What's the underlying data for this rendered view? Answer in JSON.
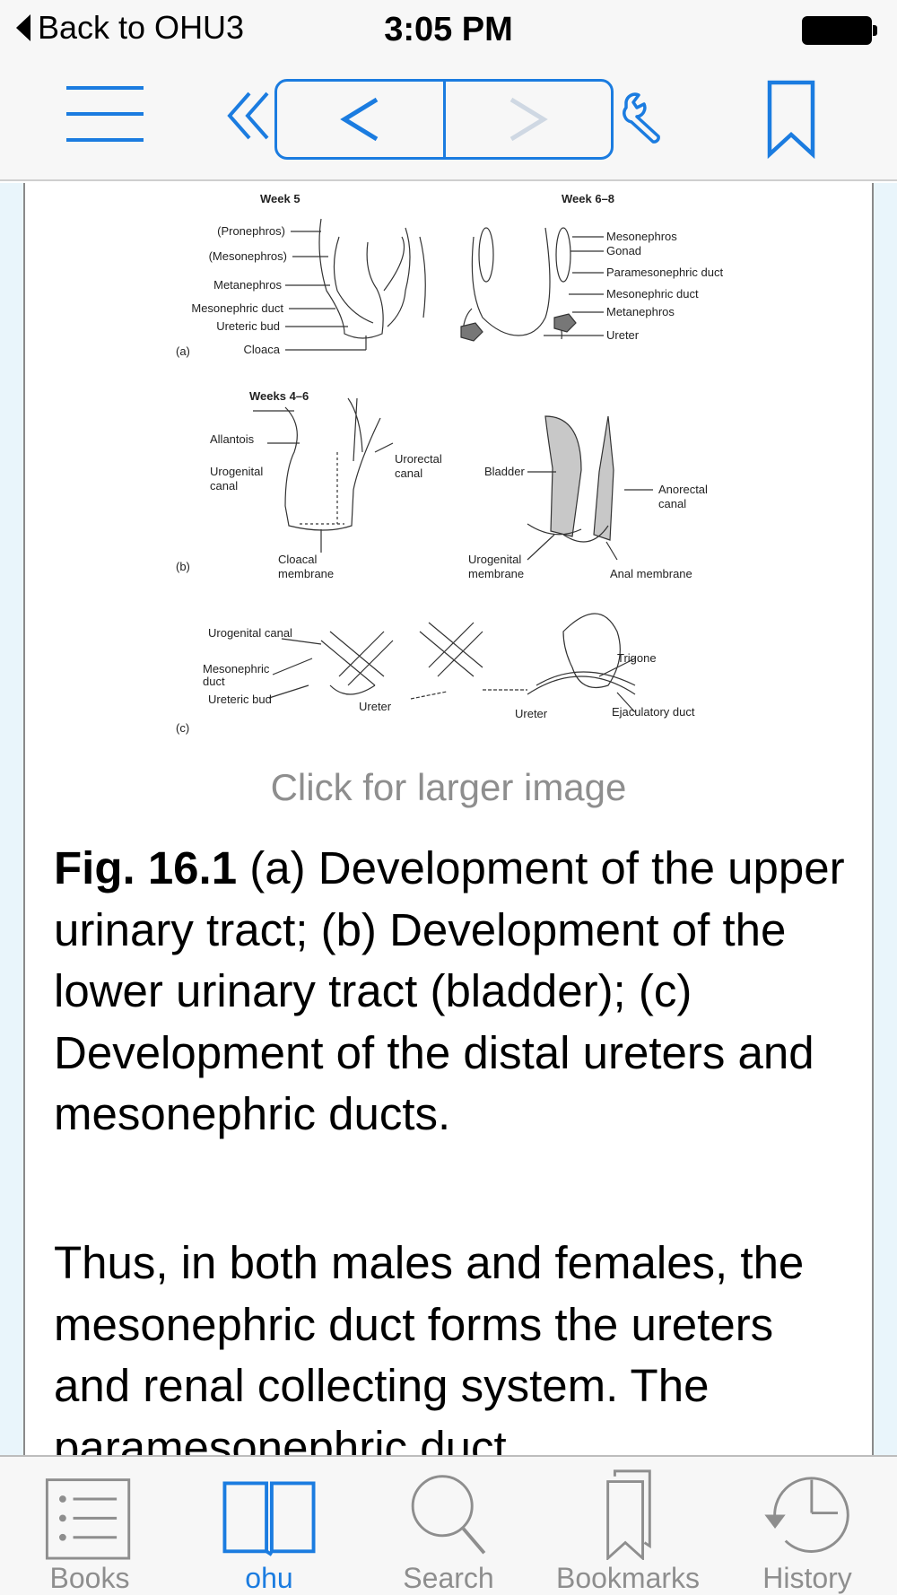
{
  "status_bar": {
    "back_label": "Back to OHU3",
    "time": "3:05 PM"
  },
  "toolbar": {
    "icons": [
      "menu-icon",
      "rewind-icon",
      "prev-arrow-icon",
      "next-arrow-icon",
      "wrench-icon",
      "bookmark-icon"
    ],
    "accent_color": "#1b7ce0",
    "disabled_color": "#cfd8e3"
  },
  "figure": {
    "panel_a": {
      "label": "(a)",
      "left_heading": "Week 5",
      "right_heading": "Week 6–8",
      "left_labels": [
        "(Pronephros)",
        "(Mesonephros)",
        "Metanephros",
        "Mesonephric duct",
        "Ureteric bud",
        "Cloaca"
      ],
      "right_labels": [
        "Mesonephros",
        "Gonad",
        "Paramesonephric duct",
        "Mesonephric duct",
        "Metanephros",
        "Ureter"
      ]
    },
    "panel_b": {
      "label": "(b)",
      "heading": "Weeks 4–6",
      "allantois": "Allantois",
      "urogenital_canal_1": "Urogenital",
      "urogenital_canal_2": "canal",
      "urorectal_1": "Urorectal",
      "urorectal_2": "canal",
      "cloacal_1": "Cloacal",
      "cloacal_2": "membrane",
      "bladder": "Bladder",
      "anorectal_1": "Anorectal",
      "anorectal_2": "canal",
      "urogenital_membrane_1": "Urogenital",
      "urogenital_membrane_2": "membrane",
      "anal_membrane": "Anal membrane"
    },
    "panel_c": {
      "label": "(c)",
      "urogenital_canal": "Urogenital canal",
      "mesonephric_1": "Mesonephric",
      "mesonephric_2": "duct",
      "ureteric_bud": "Ureteric bud",
      "ureter_1": "Ureter",
      "ureter_2": "Ureter",
      "trigone": "Trigone",
      "ejaculatory_duct": "Ejaculatory duct"
    }
  },
  "larger_image_link": "Click for larger image",
  "caption": {
    "fig_label": "Fig. 16.1",
    "text": " (a) Development of the upper urinary tract; (b) Development of the lower urinary tract (bladder); (c) Development of the distal ureters and mesonephric ducts."
  },
  "body_paragraph": "Thus, in both males and females, the mesonephric duct forms the ureters and renal collecting system. The paramesonephric duct",
  "tabs": [
    {
      "label": "Books",
      "icon": "books-list-icon",
      "active": false
    },
    {
      "label": "ohu",
      "icon": "open-book-icon",
      "active": true
    },
    {
      "label": "Search",
      "icon": "search-icon",
      "active": false
    },
    {
      "label": "Bookmarks",
      "icon": "bookmarks-icon",
      "active": false
    },
    {
      "label": "History",
      "icon": "history-clock-icon",
      "active": false
    }
  ]
}
